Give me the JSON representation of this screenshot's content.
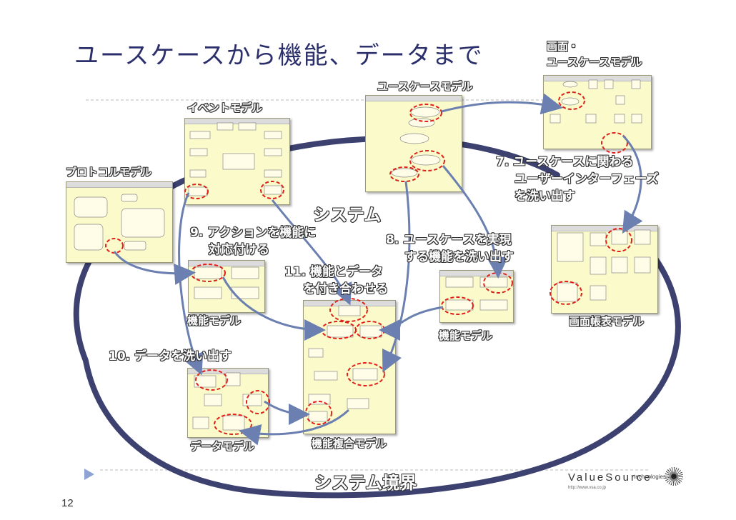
{
  "title": "ユースケースから機能、データまで",
  "labels": {
    "screen_usecase_model": [
      "画面・",
      "ユースケースモデル"
    ],
    "usecase_model": "ユースケースモデル",
    "event_model": "イベントモデル",
    "protocol_model": "プロトコルモデル",
    "system": "システム",
    "step7": [
      "7. ユースケースに関わる",
      "ユーザーインターフェーズ",
      "を洗い出す"
    ],
    "step9": [
      "9. アクションを機能に",
      "対応付ける"
    ],
    "step8": [
      "8. ユースケースを実現",
      "する機能を洗い出す"
    ],
    "step11": [
      "11. 機能とデータ",
      "を付き合わせる"
    ],
    "function_model_left": "機能モデル",
    "function_model_right": "機能モデル",
    "screen_report_model": "画面帳表モデル",
    "step10": "10. データを洗い出す",
    "data_model": "データモデル",
    "function_composite_model": "機能複合モデル",
    "system_boundary": "システム境界"
  },
  "page_number": "12",
  "logo": {
    "name": "ValueSource",
    "sub": "technologies",
    "url": "http://www.vsa.co.jp"
  },
  "colors": {
    "title": "#2b2f6b",
    "arrow": "#6b7fb0",
    "boundary": "#3c4170",
    "highlight": "#e0201a",
    "thumb_bg": "#fafacb"
  }
}
